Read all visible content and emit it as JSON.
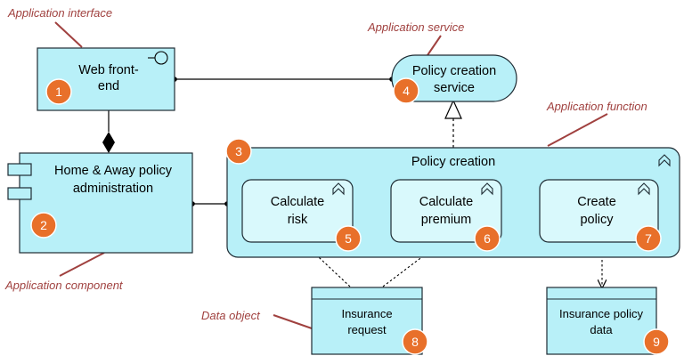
{
  "colors": {
    "element_fill": "#b8f0f8",
    "element_stroke": "#1e2b33",
    "badge_fill": "#e8702a",
    "badge_stroke": "#ffffff",
    "callout_color": "#a0413f"
  },
  "callouts": {
    "application_interface": "Application interface",
    "application_service": "Application service",
    "application_function": "Application function",
    "application_component": "Application component",
    "data_object": "Data object"
  },
  "elements": {
    "web_frontend": {
      "line1": "Web front-",
      "line2": "end",
      "badge": "1",
      "icon": "interface-icon"
    },
    "component": {
      "line1": "Home & Away policy",
      "line2": "administration",
      "badge": "2",
      "icon": "component-icon"
    },
    "policy_creation": {
      "label": "Policy creation",
      "badge": "3",
      "icon": "function-icon"
    },
    "policy_service": {
      "line1": "Policy creation",
      "line2": "service",
      "badge": "4"
    },
    "calculate_risk": {
      "line1": "Calculate",
      "line2": "risk",
      "badge": "5",
      "icon": "function-icon"
    },
    "calculate_premium": {
      "line1": "Calculate",
      "line2": "premium",
      "badge": "6",
      "icon": "function-icon"
    },
    "create_policy": {
      "line1": "Create",
      "line2": "policy",
      "badge": "7",
      "icon": "function-icon"
    },
    "insurance_request": {
      "line1": "Insurance",
      "line2": "request",
      "badge": "8"
    },
    "insurance_policy_data": {
      "line1": "Insurance policy",
      "line2": "data",
      "badge": "9"
    }
  }
}
